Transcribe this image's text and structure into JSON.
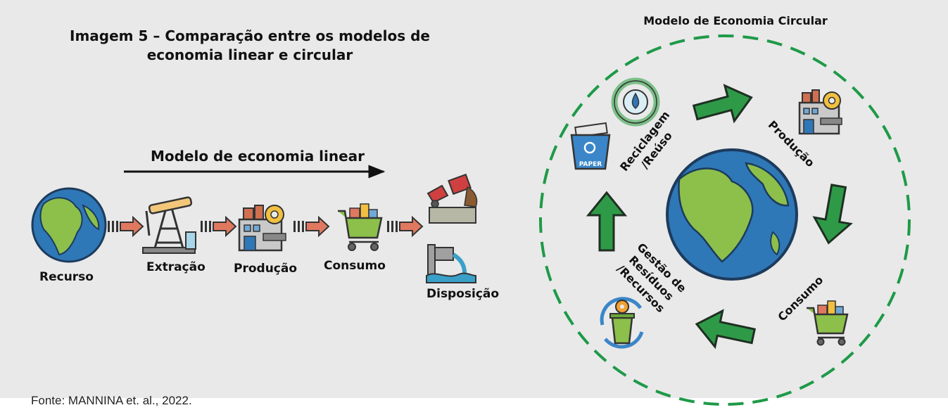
{
  "figure": {
    "title_line1": "Imagem 5 – Comparação entre os modelos de",
    "title_line2": "economia linear e circular",
    "source": "Fonte: MANNINA et. al., 2022."
  },
  "linear": {
    "heading": "Modelo de economia linear",
    "steps": [
      "Recurso",
      "Extração",
      "Produção",
      "Consumo",
      "Disposição"
    ]
  },
  "circular": {
    "heading": "Modelo de Economia Circular",
    "producao": "Produção",
    "consumo": "Consumo",
    "reciclagem_line1": "Reciclagem",
    "reciclagem_line2": "/Reúso",
    "gestao_line1": "Gestão de",
    "gestao_line2": "Resíduos",
    "gestao_line3": "/Recursos",
    "paper_label": "PAPER"
  },
  "colors": {
    "panel_bg": "#e9e9e9",
    "linear_arrow": "#e07860",
    "cycle_arrow": "#2e9a48",
    "dashed_circle": "#1e9a48",
    "ocean": "#2f78b8",
    "land": "#8cc04a"
  }
}
